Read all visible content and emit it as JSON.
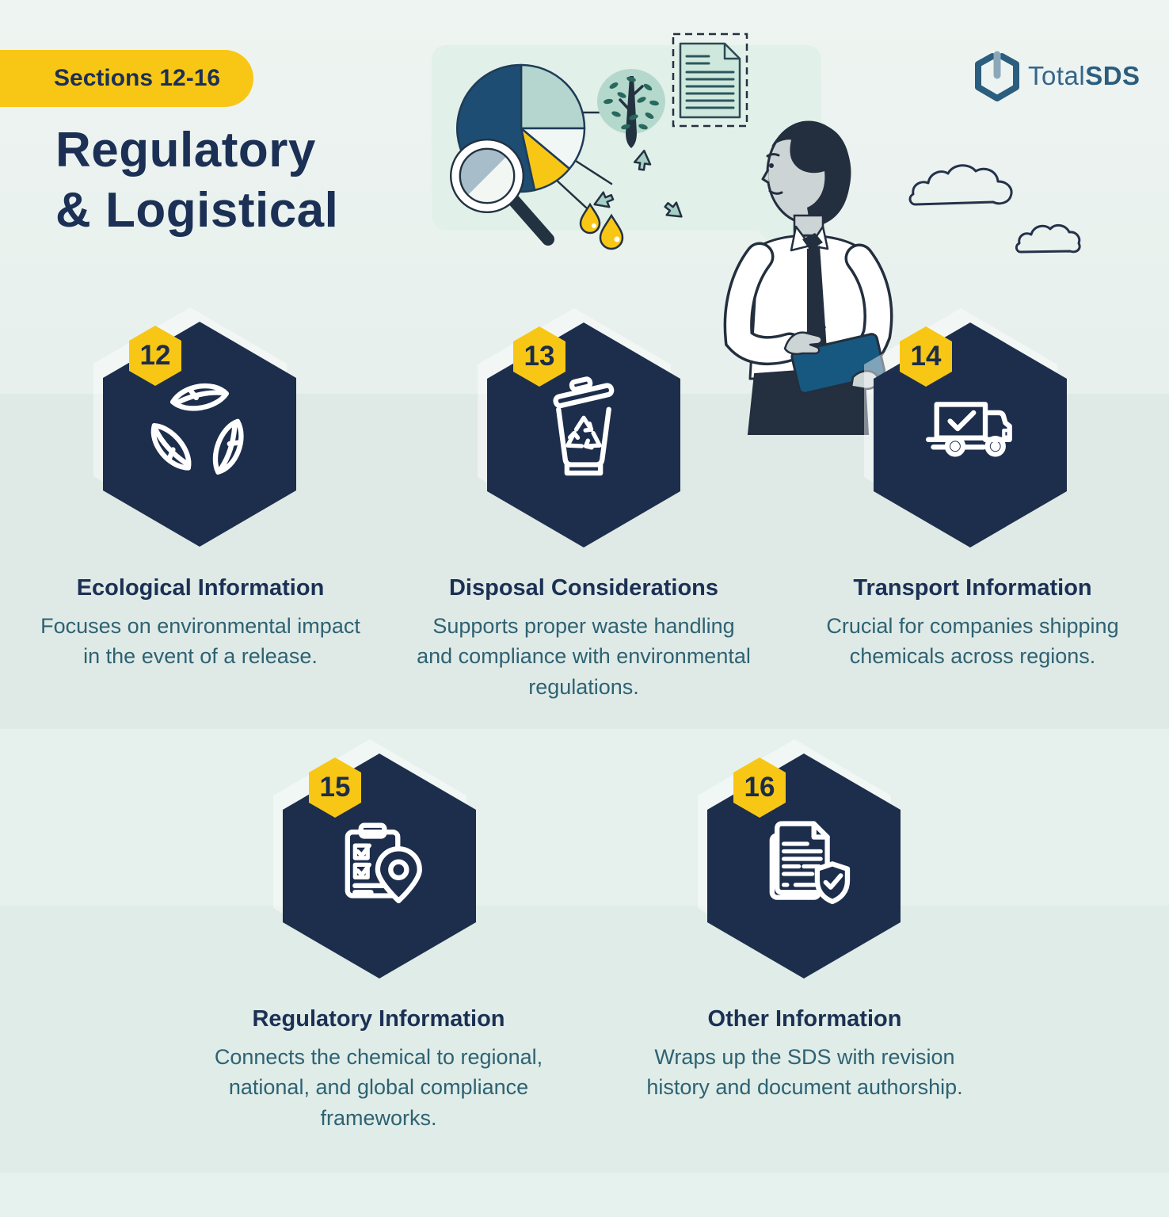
{
  "badge": {
    "label": "Sections 12-16"
  },
  "title": {
    "text": "Regulatory\n& Logistical"
  },
  "logo": {
    "regular": "Total",
    "bold": "SDS",
    "icon": "totalsds-hexagon-power-icon"
  },
  "colors": {
    "accent_yellow": "#f8c716",
    "navy": "#1d2e4c",
    "heading_navy": "#1b3054",
    "body_teal": "#2e6273",
    "background_mint": "#e4efeb",
    "pie_dark_blue": "#1d4d72",
    "pie_teal": "#b4d6ce",
    "illustration_outline": "#232f3e"
  },
  "illustrations": {
    "analysis": "pie-chart-magnifier-tree-recycle-droplets",
    "document": "dashed-box-document",
    "person": "businessman-with-tablet",
    "clouds": "outline-clouds"
  },
  "sections": [
    {
      "number": "12",
      "title": "Ecological Information",
      "icon": "leaves-cycle-icon",
      "description": "Focuses on environmental impact\nin the event of a release."
    },
    {
      "number": "13",
      "title": "Disposal Considerations",
      "icon": "recycle-bin-icon",
      "description": "Supports proper waste handling\nand compliance with environmental\nregulations."
    },
    {
      "number": "14",
      "title": "Transport Information",
      "icon": "delivery-truck-icon",
      "description": "Crucial for companies shipping\nchemicals across regions."
    },
    {
      "number": "15",
      "title": "Regulatory Information",
      "icon": "clipboard-location-icon",
      "description": "Connects the chemical to regional,\nnational, and global compliance\nframeworks."
    },
    {
      "number": "16",
      "title": "Other Information",
      "icon": "document-shield-icon",
      "description": "Wraps up the SDS with revision\nhistory and document authorship."
    }
  ]
}
